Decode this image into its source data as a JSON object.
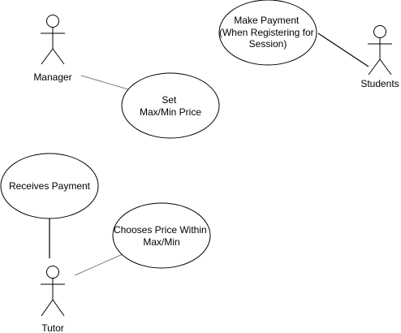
{
  "actors": {
    "manager": "Manager",
    "students": "Students",
    "tutor": "Tutor"
  },
  "use_cases": {
    "make_payment": [
      "Make Payment",
      "(When Registering for",
      "Session)"
    ],
    "set_price": [
      "Set",
      "Max/Min Price"
    ],
    "receives_payment": [
      "Receives Payment"
    ],
    "choose_price": [
      "Chooses Price Within",
      "Max/Min"
    ]
  }
}
